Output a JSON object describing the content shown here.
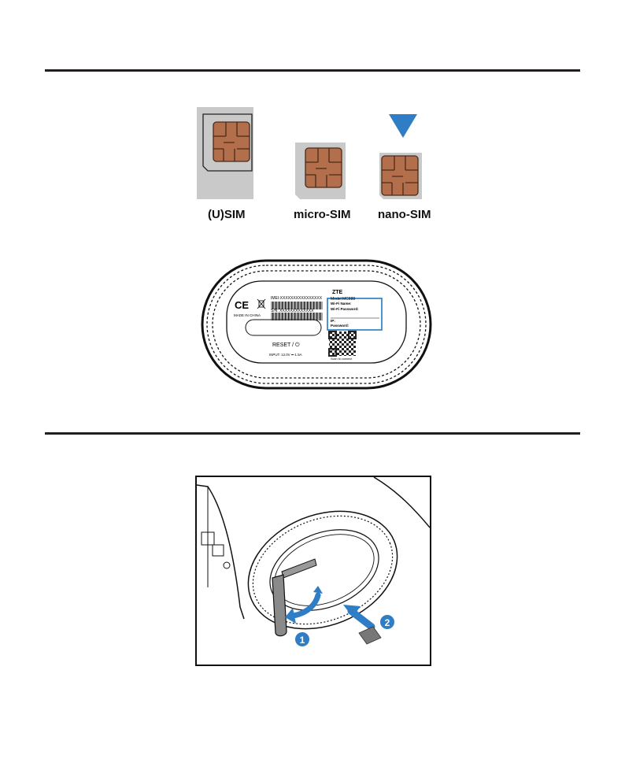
{
  "sim_types": [
    {
      "label": "(U)SIM"
    },
    {
      "label": "micro-SIM"
    },
    {
      "label": "nano-SIM"
    }
  ],
  "device_label": {
    "brand": "ZTE",
    "model": "Model:MC888",
    "imei": "IMEI:XXXXXXXXXXXXXXXX",
    "sn": "S/N: XXXXXXXXXXXXX",
    "made_in": "MADE IN CHINA",
    "wifi_name": "Wi-Fi Name:",
    "wifi_password": "Wi-Fi Password:",
    "ip": "IP:",
    "password": "Password:",
    "reset": "RESET / ⏻",
    "input": "INPUT: 12.0V ⎓ 1.5A",
    "qr_caption": "Scan to connect",
    "cert_marks": "CE",
    "highlight_color": "#1f7ac6"
  },
  "install_steps": [
    {
      "number": "1"
    },
    {
      "number": "2"
    }
  ],
  "colors": {
    "sim_card": "#c8c8c8",
    "sim_chip": "#b0714f",
    "arrow_blue": "#2f7dc4"
  }
}
